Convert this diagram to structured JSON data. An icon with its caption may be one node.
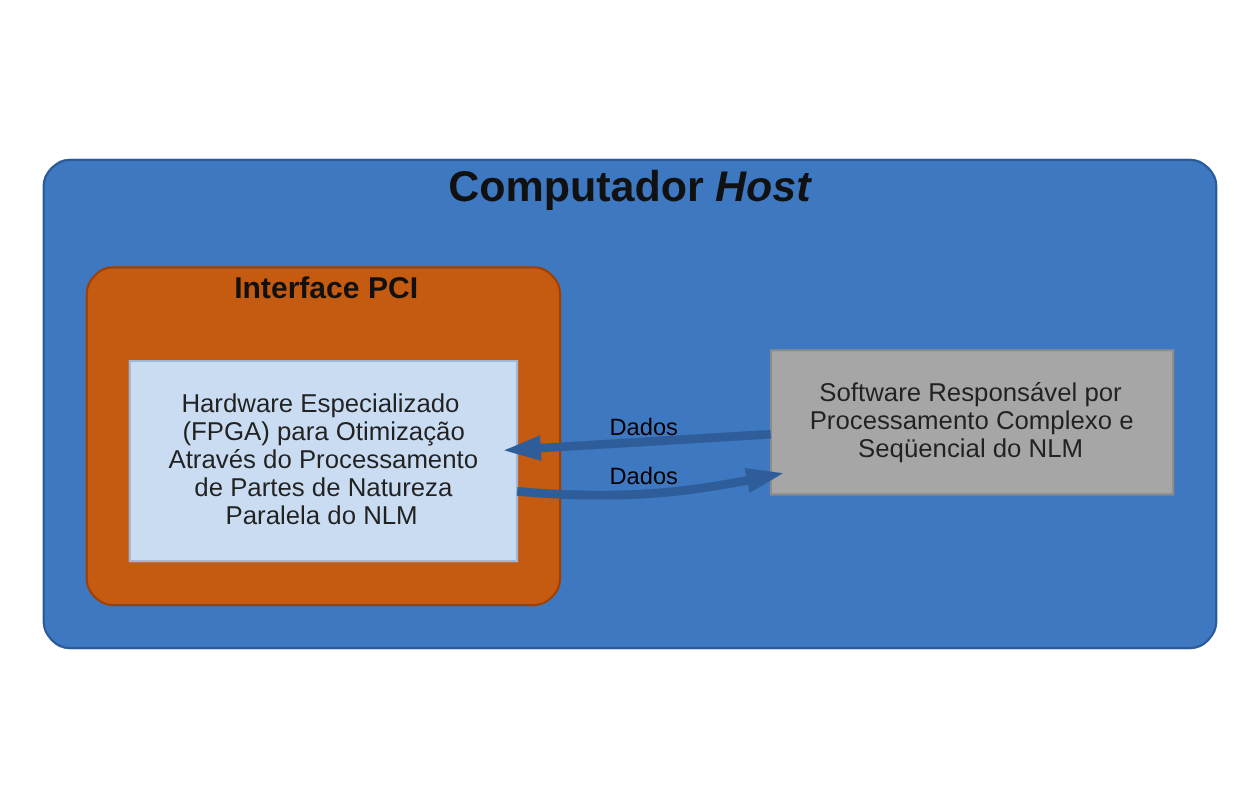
{
  "diagram": {
    "nodes": [
      {
        "text": [
          "Computador *Host*"
        ]
      },
      {
        "text": [
          "Interface PCI"
        ],
        "in": 0
      },
      {
        "text": [
          "Hardware Especializado (FPGA) para Otimização Através do Processamento de Partes de Natureza Paralela do NLM"
        ],
        "in": 1
      },
      {
        "text": [
          "Software Responsável por Processamento Complexo e Seqüencial do NLM"
        ],
        "in": 0
      }
    ],
    "edges": [
      {
        "from": 3,
        "to": 2,
        "arrow": "to",
        "label": "Dados"
      },
      {
        "from": 2,
        "to": 3,
        "arrow": "to",
        "label": "Dados"
      }
    ]
  }
}
